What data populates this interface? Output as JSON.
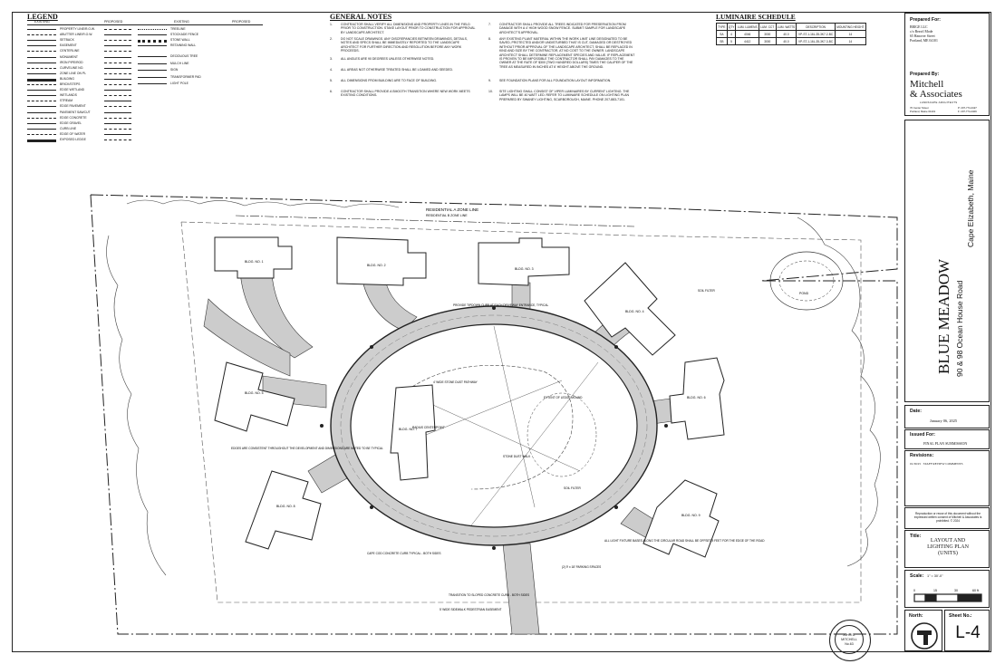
{
  "legend": {
    "title": "LEGEND",
    "col_existing": "EXISTING",
    "col_proposed": "PROPOSED",
    "items_left": [
      "PROPERTY LINE/R.O.W.",
      "ABUTTER LINE/R.O.W.",
      "SETBACK",
      "EASEMENT",
      "CENTERLINE",
      "MONUMENT",
      "IRON PIPE/ROD",
      "CURVELINE NO.",
      "ZONE LINE ON PL",
      "BUILDING",
      "BRICK/STEPS",
      "EDGE WETLAND",
      "WETLANDS",
      "STREAM",
      "EDGE PAVEMENT",
      "PAVEMENT SAWCUT",
      "EDGE CONCRETE",
      "EDGE GRAVEL",
      "CURB LINE",
      "EDGE OF WATER",
      "EXPOSED LEDGE"
    ],
    "items_right": [
      "TREELINE",
      "STOCKADE FENCE",
      "STONE WALL",
      "RETAINING WALL",
      "DECIDUOUS TREE",
      "MULCH LINE",
      "SIGN",
      "TRANSFORMER PAD",
      "LIGHT POLE"
    ]
  },
  "notes": {
    "title": "GENERAL NOTES",
    "items": [
      {
        "n": "1.",
        "t": "CONTRACTOR SHALL VERIFY ALL DIMENSIONS AND PROPERTY LINES IN THE FIELD PRIOR TO CONSTRUCTION. STAKE LAYOUT PRIOR TO CONSTRUCTION FOR APPROVAL BY LANDSCAPE ARCHITECT."
      },
      {
        "n": "2.",
        "t": "DO NOT SCALE DRAWINGS. ANY DISCREPANCIES BETWEEN DRAWINGS, DETAILS, NOTES AND SPECS SHALL BE IMMEDIATELY REPORTED TO THE LANDSCAPE ARCHITECT FOR FURTHER DIRECTION AND RESOLUTION BEFORE ANY WORK PROCEEDS."
      },
      {
        "n": "3.",
        "t": "ALL ANGLES ARE 90 DEGREES UNLESS OTHERWISE NOTED."
      },
      {
        "n": "4.",
        "t": "ALL AREAS NOT OTHERWISE TREATED SHALL BE LOAMED AND SEEDED."
      },
      {
        "n": "5.",
        "t": "ALL DIMENSIONS FROM BUILDING ARE TO FACE OF BUILDING."
      },
      {
        "n": "6.",
        "t": "CONTRACTOR SHALL PROVIDE A SMOOTH TRANSITION WHERE NEW WORK MEETS EXISTING CONDITIONS."
      },
      {
        "n": "7.",
        "t": "CONTRACTOR SHALL PROVIDE ALL TREES INDICATED FOR PRESERVATION FROM DAMAGE WITH A 4' HIGH WOOD SNOW FENCE. SUBMIT SAMPLE FOR LANDSCAPE ARCHITECT'S APPROVAL."
      },
      {
        "n": "8.",
        "t": "ANY EXISTING PLANT MATERIAL WITHIN THE WORK LIMIT LINE DESIGNATED TO BE SAVED, PROTECTED AND/OR UNDISTURBED THAT IS CUT, DAMAGED OR DESTROYED WITHOUT PRIOR APPROVAL OF THE LANDSCAPE ARCHITECT, SHALL BE REPLACED IN KIND AND SIZE BY THE CONTRACTOR, AT NO COST TO THE OWNER. LANDSCAPE ARCHITECT SHALL DETERMINE REPLACEMENT SPECIES AND VALUE. IF REPLACEMENT IS PROVEN TO BE IMPOSSIBLE THE CONTRACTOR SHALL PAY DAMAGES TO THE OWNER AT THE RATE OF $300 (TWO HUNDRED DOLLARS) TIMES THE CALIPER OF THE TREE AS MEASURED IN INCHES AT 6' HEIGHT ABOVE THE GROUND."
      },
      {
        "n": "9.",
        "t": "SEE FOUNDATION PLANS FOR ALL FOUNDATION LAYOUT INFORMATION."
      },
      {
        "n": "10.",
        "t": "SITE LIGHTING SHALL CONSIST OF VIPER LUMINAIRES BY CURRENT LIGHTING. THE LAMPS WILL BE 40 WATT LED. REFER TO LUMINAIRE SCHEDULE ON LIGHTING PLAN PREPARED BY SWANEY LIGHTING, SCARBOROUGH, MAINE. PHONE 207-883-7101."
      }
    ]
  },
  "luminaire": {
    "title": "LUMINAIRE SCHEDULE",
    "headers": [
      "TYPE",
      "QTY",
      "LUM. LUMENS",
      "LUM. CCT",
      "LUM. WATTS",
      "DESCRIPTION",
      "MOUNTING HEIGHT"
    ],
    "rows": [
      [
        "SA",
        "4",
        "4046",
        "3000",
        "40.0",
        "VP-ST-1-16L-35-3K7-2-BC",
        "14"
      ],
      [
        "SB",
        "5",
        "4412",
        "3000",
        "40.0",
        "VP-ST-1-16L-35-3K7-3-BC",
        "14"
      ]
    ]
  },
  "title_block": {
    "prepared_for_label": "Prepared For:",
    "prepared_for": [
      "BRIGE LLC",
      "c/o Beavil Mode",
      "65 Hanover Street",
      "Portland, ME 04101"
    ],
    "prepared_by_label": "Prepared By:",
    "firm_line1": "Mitchell",
    "firm_line2": "& Associates",
    "firm_sub": "LANDSCAPE ARCHITECTS",
    "firm_addr": [
      "70 Center Street",
      "Portland, Maine 04101"
    ],
    "firm_phone": [
      "P: 207-774-4427",
      "F: 207-774-2409"
    ],
    "project_name": "BLUE MEADOW",
    "project_addr": "90 & 98 Ocean House Road",
    "project_town": "Cape Elizabeth, Maine",
    "date_label": "Date:",
    "date": "January 06, 2025",
    "issued_label": "Issued For:",
    "issued": "FINAL PLAN SUBMISSION",
    "revisions_label": "Revisions:",
    "revision": "01/30/25   STAFF REVIEW COMMENTS",
    "copyright": "Reproduction or reuse of this document without the expressed written consent of Mitchell & Associates is prohibited. © 2024",
    "title_label": "Title:",
    "title_lines": [
      "LAYOUT AND",
      "LIGHTING PLAN",
      "(UNITS)"
    ],
    "scale_label": "Scale:",
    "scale_value": "1\" = 30'-0\"",
    "scale_ticks": [
      "0",
      "15",
      "30",
      "60 ft"
    ],
    "north_label": "North:",
    "sheet_label": "Sheet No.:",
    "sheet_no": "L-4"
  },
  "plan_labels": {
    "buildings": [
      "BLDG. NO. 1",
      "BLDG. NO. 2",
      "BLDG. NO. 3",
      "BLDG. NO. 4",
      "BLDG. NO. 5",
      "BLDG. NO. 6",
      "BLDG. NO. 7",
      "BLDG. NO. 8",
      "BLDG. NO. 9"
    ],
    "zone_line": "RESIDENTIAL A ZONE LINE",
    "zone_line_2": "RESIDENTIAL B ZONE LINE",
    "callouts": [
      "PROVIDE TIPDOWN CURB AT EACH DRIVEWAY ENTRANCE, TYPICAL",
      "RADIUS CENTERPOINT",
      "4' WIDE STONE DUST PATHWAY",
      "EXTENT OF LEDGE MOUND",
      "STONE DUST WALK",
      "SOIL FILTER",
      "EDGES ARE CONSISTENT THROUGHOUT THE DEVELOPMENT AND DIMENSIONS ARE NOTED TO BE TYPICAL",
      "CAPE COD CONCRETE CURB TYPICAL - BOTH SIDES",
      "ALL LIGHT FIXTURE BASES ALONG THE CIRCULAR ROAD SHALL BE OFFSET 5 FEET FOR THE EDGE OF THE ROAD",
      "TRANSITION TO SLOPED CONCRETE CURB - BOTH SIDES",
      "5' WIDE SIDEWALK PEDESTRIAN EASEMENT",
      "(2) 9' x 18' PARKING SPACES",
      "POND",
      "SOIL FILTER"
    ],
    "stamp_lines": [
      "JOHN D.",
      "MITCHELL",
      "No.63"
    ]
  }
}
